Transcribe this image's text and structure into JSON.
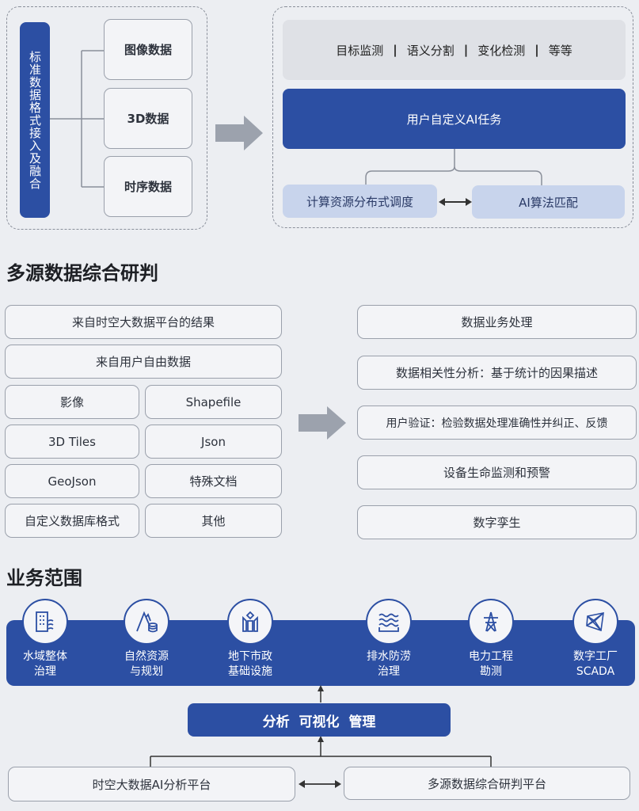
{
  "ingest": {
    "bar_label": "标准数据格式接入及融合",
    "sources": [
      "图像数据",
      "3D数据",
      "时序数据"
    ]
  },
  "ai": {
    "tasks": [
      "目标监测",
      "语义分割",
      "变化检测",
      "等等"
    ],
    "custom_task": "用户自定义AI任务",
    "scheduling": "计算资源分布式调度",
    "matching": "AI算法匹配"
  },
  "fusion": {
    "title": "多源数据综合研判",
    "inputs_wide": [
      "来自时空大数据平台的结果",
      "来自用户自由数据"
    ],
    "inputs_grid": [
      "影像",
      "Shapefile",
      "3D Tiles",
      "Json",
      "GeoJson",
      "特殊文档",
      "自定义数据库格式",
      "其他"
    ],
    "outputs": [
      "数据业务处理",
      "数据相关性分析：基于统计的因果描述",
      "用户验证：检验数据处理准确性并纠正、反馈",
      "设备生命监测和预警",
      "数字孪生"
    ]
  },
  "scope": {
    "title": "业务范围",
    "items": [
      {
        "icon": "building-water-icon",
        "line1": "水域整体",
        "line2": "治理"
      },
      {
        "icon": "mountain-database-icon",
        "line1": "自然资源",
        "line2": "与规划"
      },
      {
        "icon": "city-towers-icon",
        "line1": "地下市政",
        "line2": "基础设施"
      },
      {
        "icon": "waves-icon",
        "line1": "排水防涝",
        "line2": "治理"
      },
      {
        "icon": "power-tower-icon",
        "line1": "电力工程",
        "line2": "勘测"
      },
      {
        "icon": "network-mesh-icon",
        "line1": "数字工厂",
        "line2": "SCADA"
      }
    ],
    "middle": "分析  可视化  管理",
    "platforms": [
      "时空大数据AI分析平台",
      "多源数据综合研判平台"
    ]
  },
  "colors": {
    "primary": "#2c4fa3",
    "light": "#c8d4ec",
    "background": "#eceef2"
  }
}
